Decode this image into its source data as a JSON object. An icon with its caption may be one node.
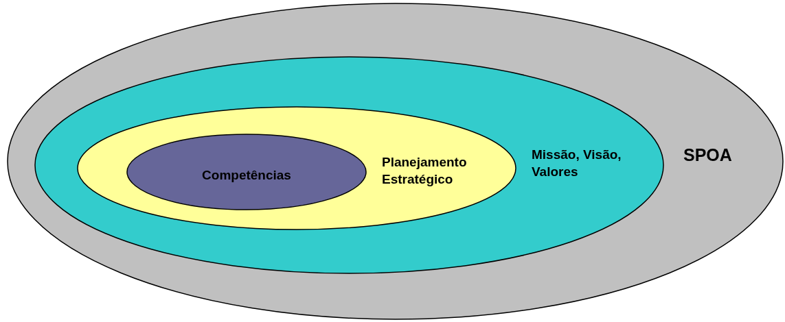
{
  "diagram": {
    "nodes": [
      {
        "text": [
          "SPOA"
        ]
      },
      {
        "text": [
          "Missão, Visão, Valores"
        ],
        "in": 0
      },
      {
        "text": [
          "Planejamento Estratégico"
        ],
        "in": 1
      },
      {
        "text": [
          "Competências"
        ],
        "in": 2
      }
    ]
  }
}
